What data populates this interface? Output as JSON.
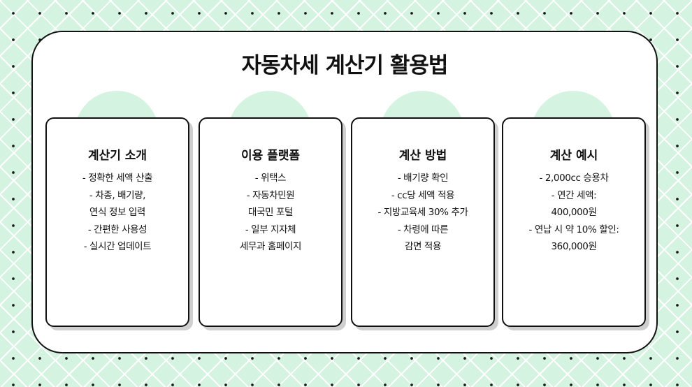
{
  "title": "자동차세 계산기 활용법",
  "cards": [
    {
      "heading": "계산기 소개",
      "lines": [
        "- 정확한 세액 산출",
        "- 차종, 배기량,",
        "연식 정보 입력",
        "- 간편한 사용성",
        "- 실시간 업데이트"
      ]
    },
    {
      "heading": "이용 플랫폼",
      "lines": [
        "- 위택스",
        "- 자동차민원",
        "대국민 포털",
        "- 일부 지자체",
        "세무과 홈페이지"
      ]
    },
    {
      "heading": "계산 방법",
      "lines": [
        "- 배기량 확인",
        "- cc당 세액 적용",
        "- 지방교육세 30% 추가",
        "- 차령에 따른",
        "감면 적용"
      ]
    },
    {
      "heading": "계산 예시",
      "lines": [
        "- 2,000cc 승용차",
        "- 연간 세액:",
        "400,000원",
        "- 연납 시 약 10% 할인:",
        "360,000원"
      ]
    }
  ],
  "colors": {
    "accent": "#d4f3e1",
    "border": "#111111",
    "shadow": "#cfcfcf"
  }
}
